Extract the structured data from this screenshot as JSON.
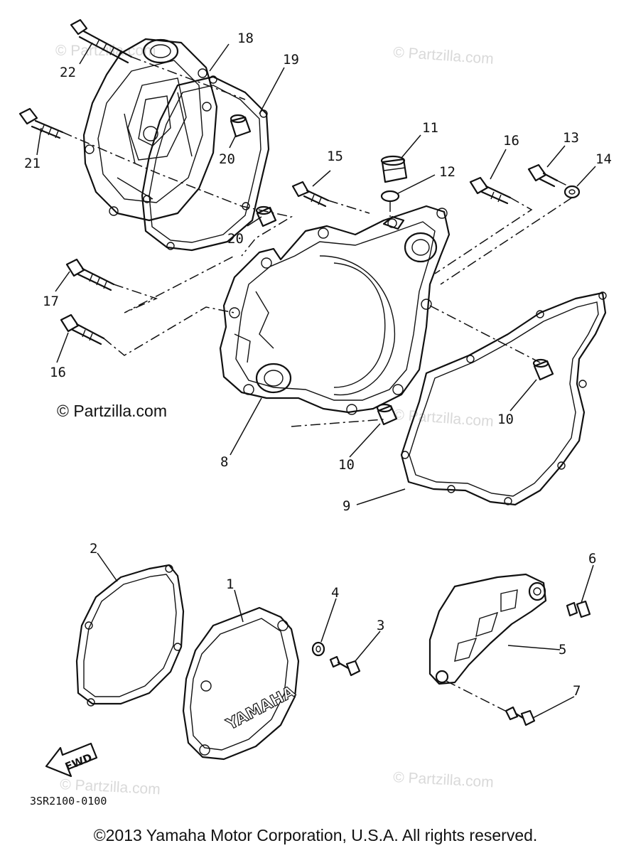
{
  "callouts": {
    "c1": "1",
    "c2": "2",
    "c3": "3",
    "c4": "4",
    "c5": "5",
    "c6": "6",
    "c7": "7",
    "c8": "8",
    "c9": "9",
    "c10a": "10",
    "c10b": "10",
    "c11": "11",
    "c12": "12",
    "c13": "13",
    "c14": "14",
    "c15": "15",
    "c16a": "16",
    "c16b": "16",
    "c17": "17",
    "c18": "18",
    "c19": "19",
    "c20a": "20",
    "c20b": "20",
    "c21": "21",
    "c22": "22"
  },
  "watermarks": {
    "w1": "© Partzilla.com",
    "w2": "© Partzilla.com",
    "w3": "© Partzilla.com",
    "w4": "© Partzilla.com",
    "w5": "© Partzilla.com"
  },
  "site_label": "© Partzilla.com",
  "cover_logo": "YAMAHA",
  "fwd_label": "FWD",
  "diagram_code": "3SR2100-0100",
  "copyright": "©2013 Yamaha Motor Corporation, U.S.A. All rights reserved."
}
